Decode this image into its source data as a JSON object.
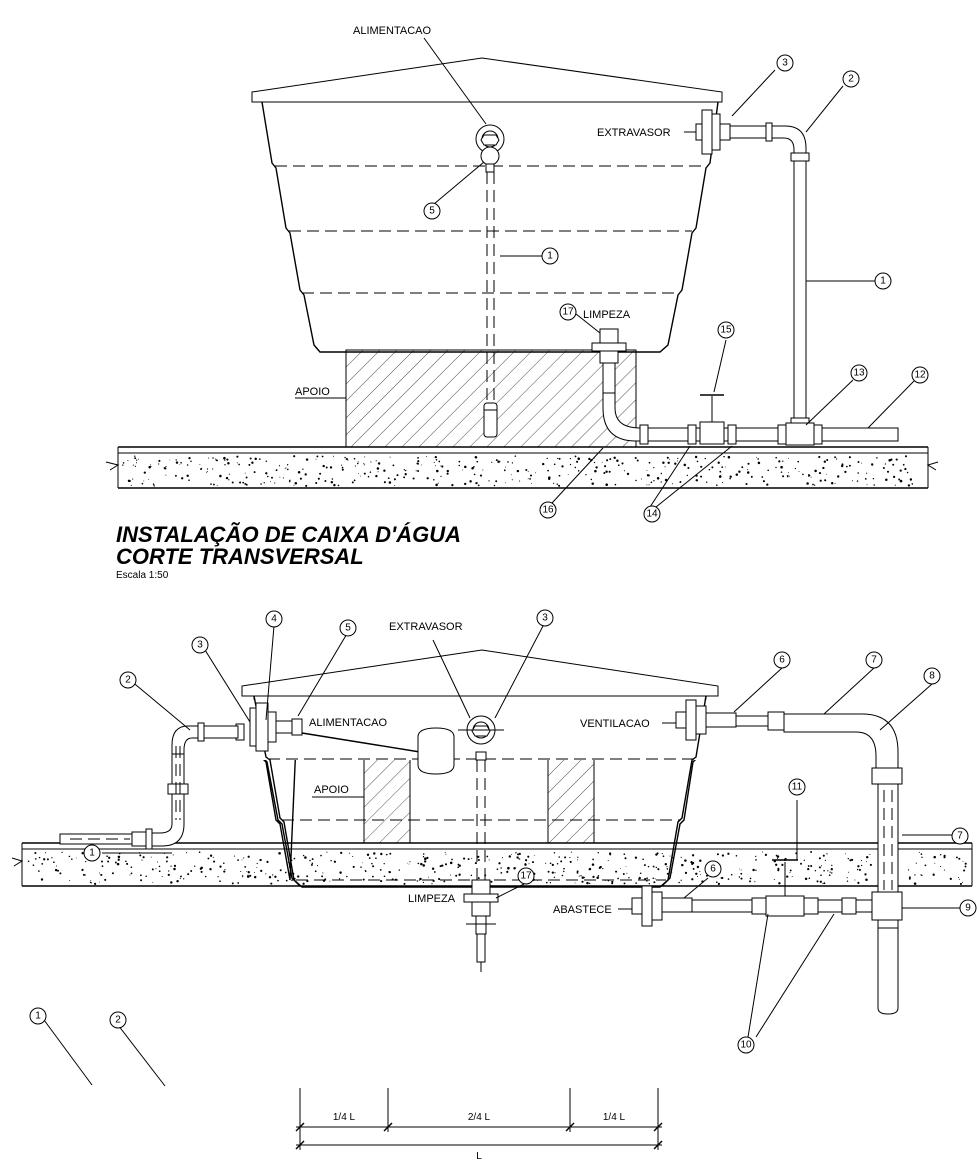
{
  "top_view": {
    "title_line1": "INSTALAÇÃO DE CAIXA D'ÁGUA",
    "title_line2": "CORTE TRANSVERSAL",
    "scale": "Escala 1:50",
    "labels": {
      "alimentacao": "ALIMENTACAO",
      "extravasor": "EXTRAVASOR",
      "limpeza": "LIMPEZA",
      "apoio": "APOIO"
    },
    "markers": [
      "1",
      "1",
      "2",
      "3",
      "5",
      "12",
      "13",
      "14",
      "15",
      "16",
      "17"
    ]
  },
  "bottom_view": {
    "labels": {
      "extravasor": "EXTRAVASOR",
      "alimentacao": "ALIMENTACAO",
      "ventilacao": "VENTILACAO",
      "abastece": "ABASTECE",
      "limpeza": "LIMPEZA",
      "apoio": "APOIO"
    },
    "markers": [
      "1",
      "1",
      "2",
      "2",
      "3",
      "3",
      "4",
      "5",
      "6",
      "6",
      "7",
      "7",
      "8",
      "9",
      "10",
      "11",
      "17"
    ],
    "dimensions": {
      "quarter_left": "1/4 L",
      "half": "2/4 L",
      "quarter_right": "1/4 L",
      "total": "L"
    }
  }
}
